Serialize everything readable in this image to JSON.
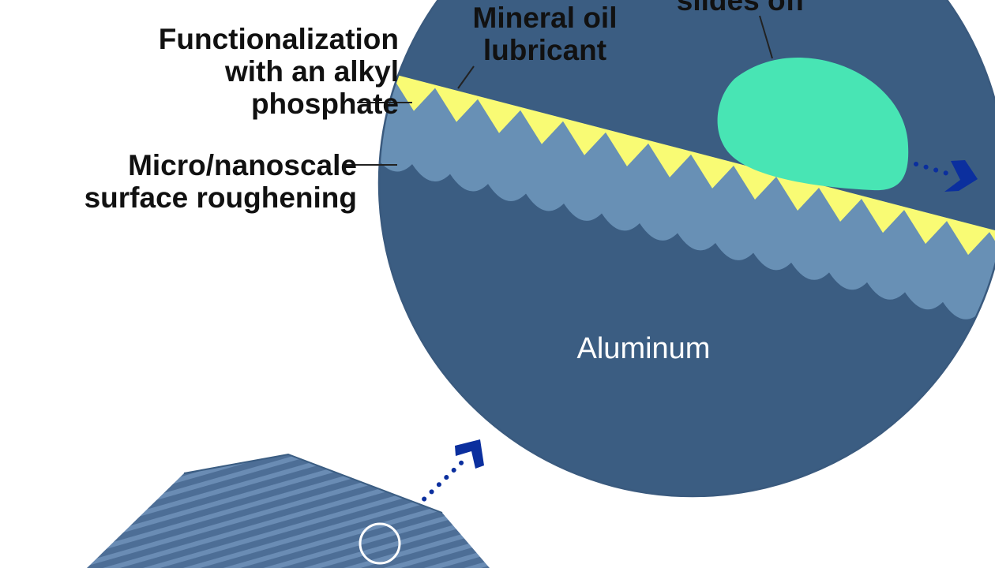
{
  "labels": {
    "functionalization": "Functionalization\nwith an alkyl\nphosphate",
    "roughening": "Micro/nanoscale\nsurface roughening",
    "lubricant": "Mineral oil\nlubricant",
    "slides_off": "slides off",
    "aluminum": "Aluminum"
  },
  "colors": {
    "aluminum": "#3b5d82",
    "roughened_layer": "#6890b5",
    "lubricant": "#f9fb74",
    "droplet": "#48e5b4",
    "arrow": "#0b2f9e",
    "outline": "#3a5a7e",
    "leader": "#222222"
  },
  "icons": [
    "zoom-arrow-icon",
    "slide-off-arrow-icon"
  ]
}
